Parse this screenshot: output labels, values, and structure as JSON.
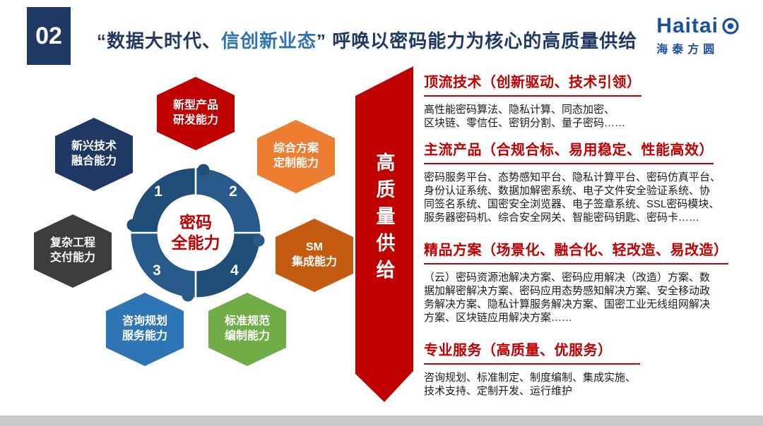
{
  "header": {
    "page_number": "02",
    "title": {
      "part1": "“数据大时代、",
      "part2": "信创新业态",
      "part3": "” 呼唤以密码能力为核心的高质量供给"
    }
  },
  "logo": {
    "wordmark": "Haitai",
    "subtitle": "海泰方圆"
  },
  "colors": {
    "navy": "#1F3864",
    "accent_red": "#C00000",
    "logo_blue": "#1B4DA0"
  },
  "diagram": {
    "center_label": "密码\n全能力",
    "ring_color": "#1F4E79",
    "ring_numbers": [
      "1",
      "2",
      "3",
      "4"
    ],
    "hexagons": [
      {
        "label": "新型产品\n研发能力",
        "color": "#C00000"
      },
      {
        "label": "新兴技术\n融合能力",
        "color": "#1F3864"
      },
      {
        "label": "综合方案\n定制能力",
        "color": "#ED7D31"
      },
      {
        "label": "复杂工程\n交付能力",
        "color": "#3D3D3D"
      },
      {
        "label": "SM\n集成能力",
        "color": "#C55A11"
      },
      {
        "label": "咨询规划\n服务能力",
        "color": "#2E75B6"
      },
      {
        "label": "标准规范\n编制能力",
        "color": "#70AD47"
      }
    ]
  },
  "banner": {
    "text": "高质量供给",
    "color": "#C00000"
  },
  "sections": [
    {
      "heading": "顶流技术（创新驱动、技术引领）",
      "body": "高性能密码算法、隐私计算、同态加密、\n区块链、零信任、密钥分割、量子密码……"
    },
    {
      "heading": "主流产品（合规合标、易用稳定、性能高效）",
      "body": "密码服务平台、态势感知平台、隐私计算平台、密码仿真平台、\n身份认证系统、数据加解密系统、电子文件安全验证系统、协\n同签名系统、国密安全浏览器、电子签章系统、SSL密码模块、\n服务器密码机、综合安全网关、智能密码钥匙、密码卡……"
    },
    {
      "heading": "精品方案（场景化、融合化、轻改造、易改造）",
      "body": "（云）密码资源池解决方案、密码应用解决（改造）方案、数\n据加解密解决方案、密码应用态势感知解决方案、安全移动政\n务解决方案、隐私计算服务解决方案、国密工业无线组网解决\n方案、区块链应用解决方案……"
    },
    {
      "heading": "专业服务（高质量、优服务）",
      "body": "咨询规划、标准制定、制度编制、集成实施、\n技术支持、定制开发、运行维护"
    }
  ]
}
